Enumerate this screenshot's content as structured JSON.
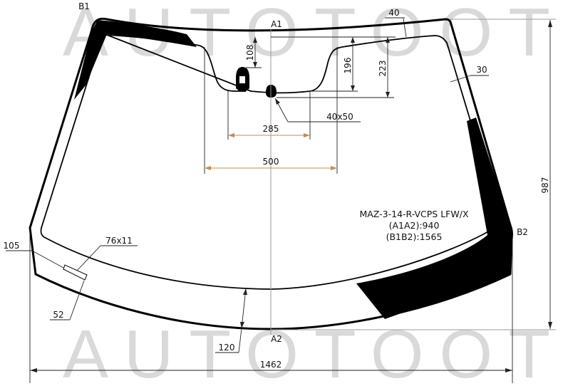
{
  "watermark": {
    "top": "AUTOTOOT",
    "bottom": "AUTOTOOT"
  },
  "points": {
    "b1": "B1",
    "b2": "B2",
    "a1": "A1",
    "a2": "A2"
  },
  "dimensions": {
    "overall_width": "1462",
    "overall_height": "987",
    "top_band": "40",
    "side_band": "30",
    "sensor_offset": "108",
    "notch_depth": "196",
    "notch_depth_outer": "223",
    "notch_inner_width": "285",
    "notch_outer_width": "500",
    "sensor_size": "40x50",
    "bottom_band": "120",
    "vin_window_size": "76x11",
    "vin_window_offset_side": "105",
    "vin_window_offset_bottom": "52"
  },
  "product": {
    "code": "MAZ-3-14-R-VCPS LFW/X",
    "a1a2": "(A1A2):940",
    "b1b2": "(B1B2):1565"
  },
  "colors": {
    "outline": "#000000",
    "watermark": "#d9d9d9",
    "guide": "#9a9a9a",
    "accent": "#c98a4a"
  }
}
